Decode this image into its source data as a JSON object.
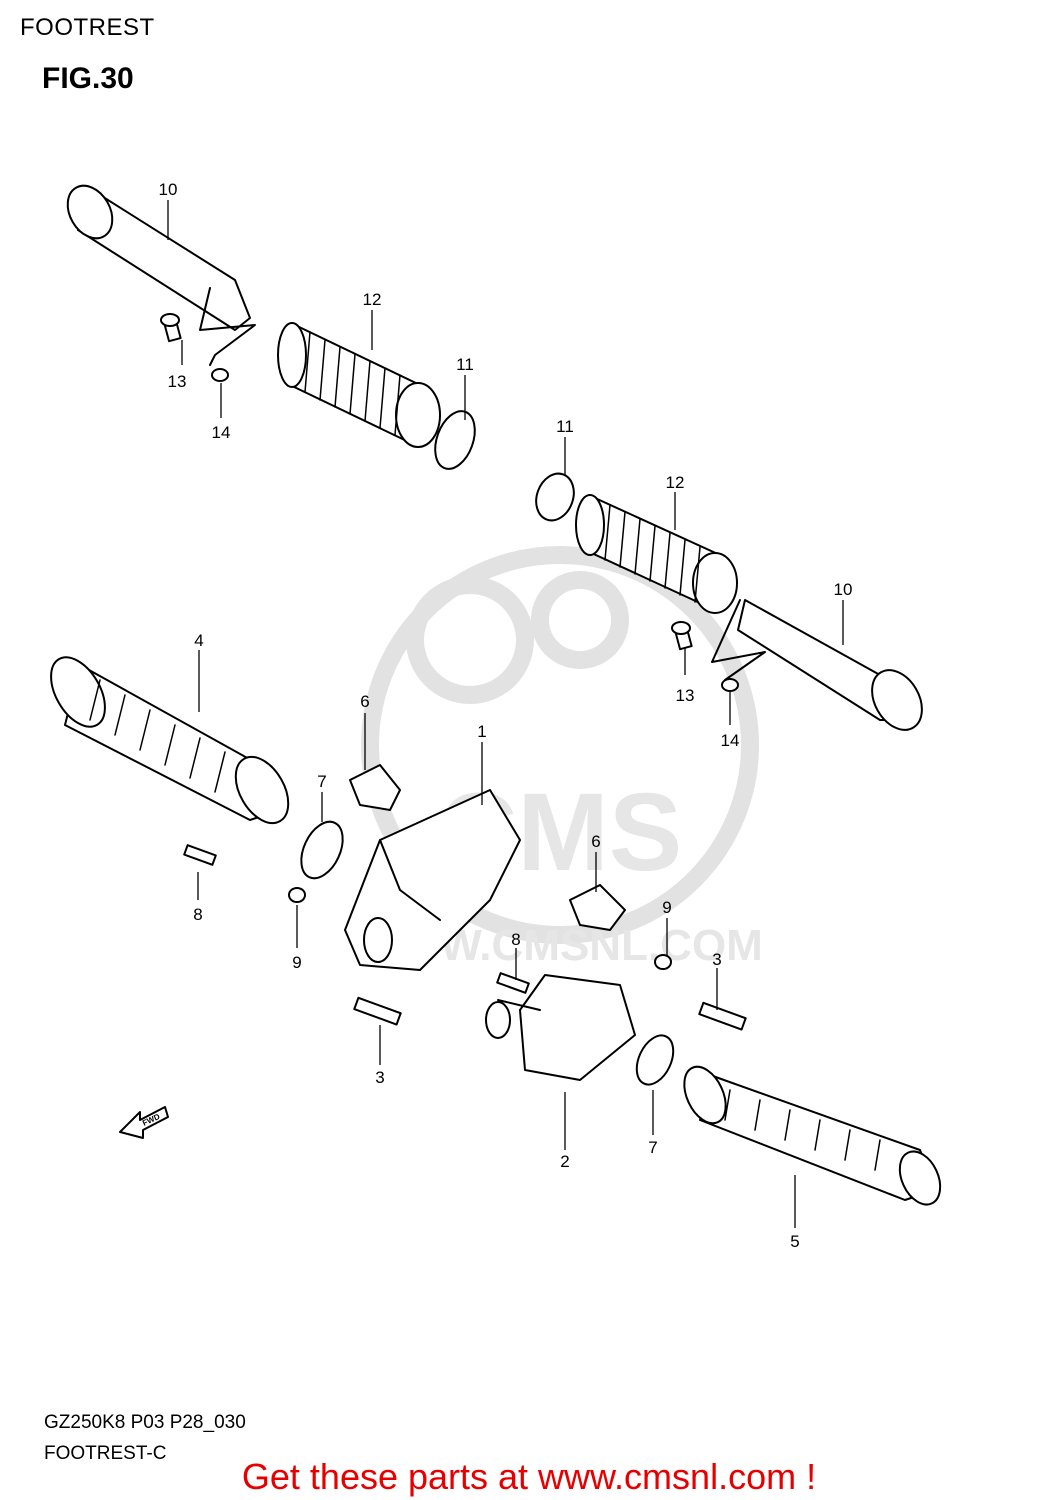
{
  "header": {
    "section": "FOOTREST",
    "figure": "FIG.30"
  },
  "callouts": [
    {
      "id": "c10a",
      "label": "10"
    },
    {
      "id": "c12a",
      "label": "12"
    },
    {
      "id": "c11a",
      "label": "11"
    },
    {
      "id": "c13a",
      "label": "13"
    },
    {
      "id": "c14a",
      "label": "14"
    },
    {
      "id": "c11b",
      "label": "11"
    },
    {
      "id": "c12b",
      "label": "12"
    },
    {
      "id": "c10b",
      "label": "10"
    },
    {
      "id": "c13b",
      "label": "13"
    },
    {
      "id": "c14b",
      "label": "14"
    },
    {
      "id": "c4",
      "label": "4"
    },
    {
      "id": "c6a",
      "label": "6"
    },
    {
      "id": "c1",
      "label": "1"
    },
    {
      "id": "c7a",
      "label": "7"
    },
    {
      "id": "c6b",
      "label": "6"
    },
    {
      "id": "c8a",
      "label": "8"
    },
    {
      "id": "c9a",
      "label": "9"
    },
    {
      "id": "c9b",
      "label": "9"
    },
    {
      "id": "c8b",
      "label": "8"
    },
    {
      "id": "c3a",
      "label": "3"
    },
    {
      "id": "c3b",
      "label": "3"
    },
    {
      "id": "c7b",
      "label": "7"
    },
    {
      "id": "c2",
      "label": "2"
    },
    {
      "id": "c5",
      "label": "5"
    }
  ],
  "watermark": {
    "text": "CMS",
    "url": "WWW.CMSNL.COM"
  },
  "fwd_label": "FWD",
  "footer": {
    "code": "GZ250K8 P03 P28_030",
    "name": "FOOTREST-C"
  },
  "cta": "Get these parts at www.cmsnl.com !",
  "colors": {
    "line": "#000000",
    "cta": "#e60000",
    "watermark": "#dddddd"
  }
}
